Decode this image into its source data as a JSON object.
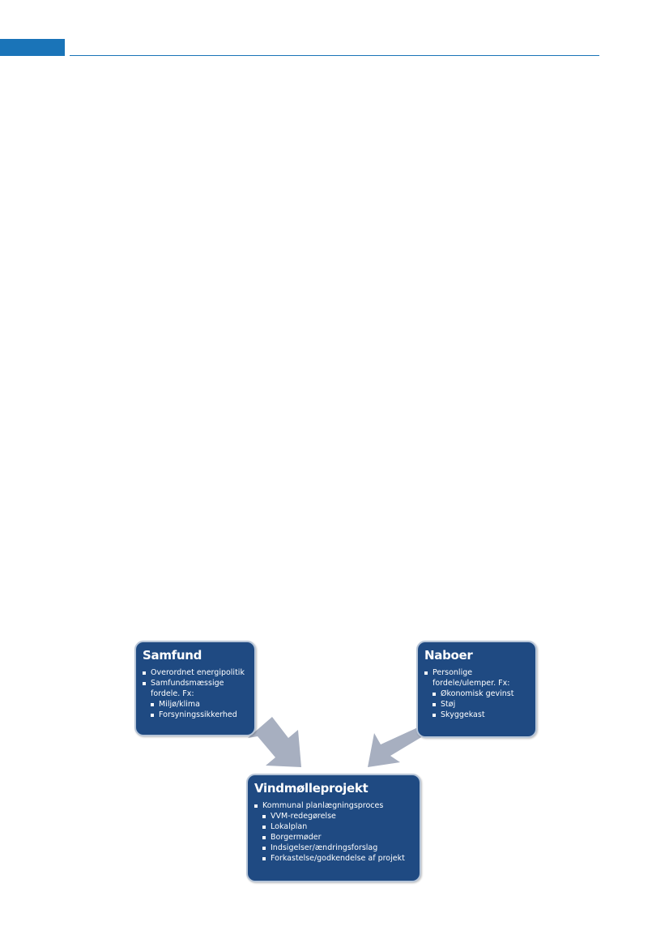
{
  "colors": {
    "header_accent": "#1a74b8",
    "box_fill": "#1f4a82",
    "box_border": "#b8c6d8",
    "arrow": "#a7afc0"
  },
  "diagram": {
    "samfund": {
      "title": "Samfund",
      "items": [
        {
          "text": "Overordnet energipolitik",
          "level": 1
        },
        {
          "text": "Samfundsmæssige fordele. Fx:",
          "level": 1
        },
        {
          "text": "Miljø/klima",
          "level": 2
        },
        {
          "text": "Forsyningssikkerhed",
          "level": 2
        }
      ]
    },
    "naboer": {
      "title": "Naboer",
      "items": [
        {
          "text": "Personlige fordele/ulemper. Fx:",
          "level": 1
        },
        {
          "text": "Økonomisk gevinst",
          "level": 2
        },
        {
          "text": "Støj",
          "level": 2
        },
        {
          "text": "Skyggekast",
          "level": 2
        }
      ]
    },
    "vindmolleprojekt": {
      "title": "Vindmølleprojekt",
      "items": [
        {
          "text": "Kommunal planlægningsproces",
          "level": 1
        },
        {
          "text": "VVM-redegørelse",
          "level": 2
        },
        {
          "text": "Lokalplan",
          "level": 2
        },
        {
          "text": "Borgermøder",
          "level": 2
        },
        {
          "text": "Indsigelser/ændringsforslag",
          "level": 2
        },
        {
          "text": "Forkastelse/godkendelse af projekt",
          "level": 2
        }
      ]
    }
  }
}
